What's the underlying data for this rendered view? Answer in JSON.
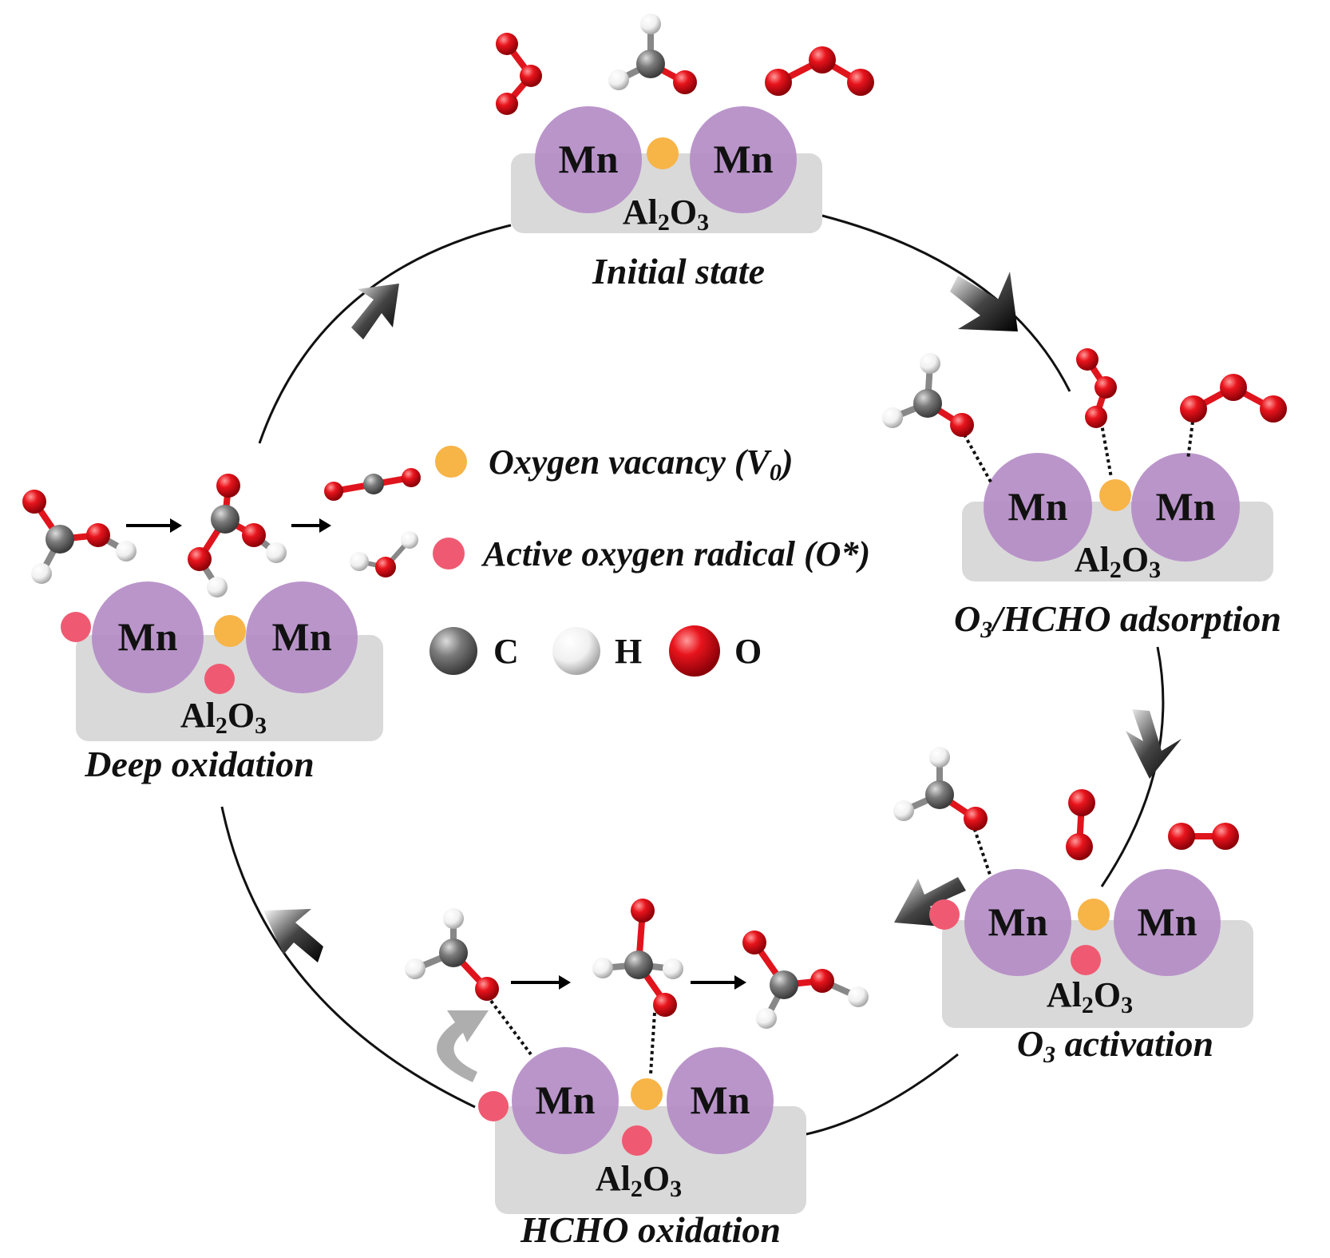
{
  "colors": {
    "mn": "#b48cc6",
    "support": "#d9d9d9",
    "vacancy": "#f7b447",
    "radical": "#ef5a72",
    "carbon": "#6e6e6e",
    "hydrogen": "#f4f4f4",
    "oxygen": "#e0141c"
  },
  "mn_label": "Mn",
  "support_label": {
    "main": "Al",
    "sub1": "2",
    "mid": "O",
    "sub2": "3"
  },
  "states": {
    "initial": "Initial state",
    "adsorption": {
      "o3": "O",
      "sub": "3",
      "rest": "/HCHO adsorption"
    },
    "activation": {
      "o3": "O",
      "sub": "3",
      "rest": " activation"
    },
    "hcho_oxidation": "HCHO oxidation",
    "deep_oxidation": "Deep oxidation"
  },
  "legend": {
    "vacancy": {
      "text": "Oxygen vacancy (V",
      "sub": "0",
      "close": ")"
    },
    "radical": "Active oxygen radical (O*)",
    "atoms": [
      {
        "icon": "carbon-atom",
        "label": "C"
      },
      {
        "icon": "hydrogen-atom",
        "label": "H"
      },
      {
        "icon": "oxygen-atom",
        "label": "O"
      }
    ]
  }
}
